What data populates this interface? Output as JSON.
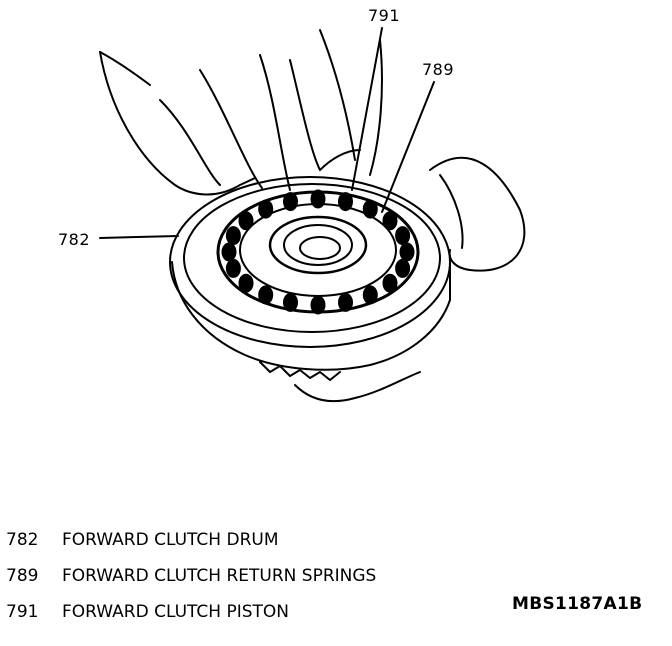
{
  "callouts": [
    {
      "id": "791",
      "label": "791"
    },
    {
      "id": "789",
      "label": "789"
    },
    {
      "id": "782",
      "label": "782"
    }
  ],
  "legend": [
    {
      "number": "782",
      "text": "FORWARD CLUTCH DRUM"
    },
    {
      "number": "789",
      "text": "FORWARD CLUTCH RETURN SPRINGS"
    },
    {
      "number": "791",
      "text": "FORWARD CLUTCH PISTON"
    }
  ],
  "figure_code": "MBS1187A1B",
  "springs": {
    "count": 20
  }
}
